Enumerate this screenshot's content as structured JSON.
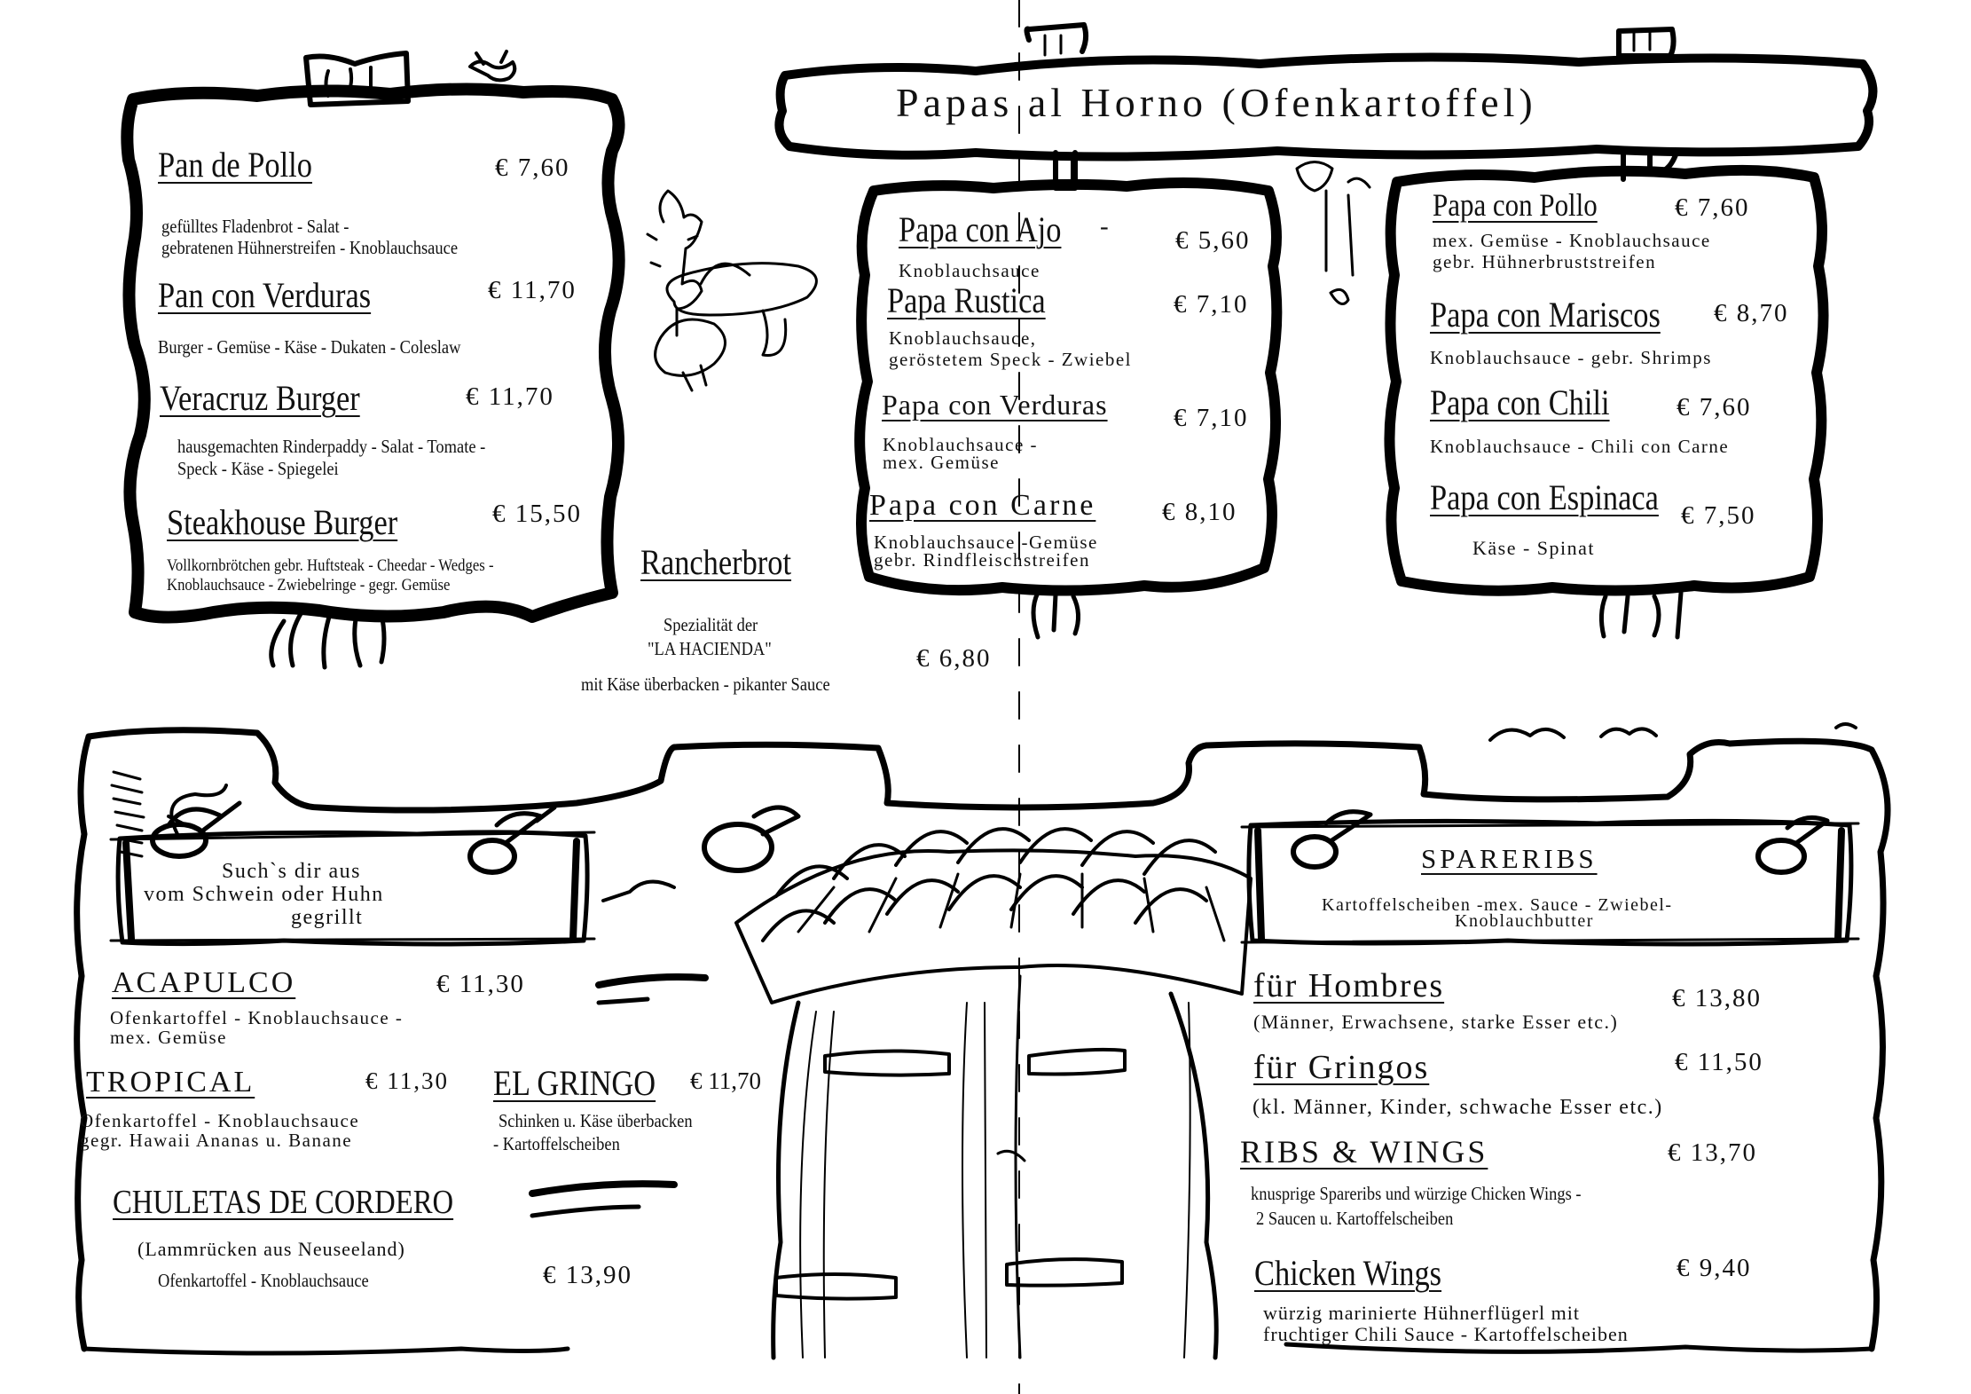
{
  "top_left_board": {
    "items": [
      {
        "name": "Pan de Pollo",
        "price": "€ 7,60",
        "desc1": "gefülltes Fladenbrot - Salat -",
        "desc2": "gebratenen Hühnerstreifen - Knoblauchsauce"
      },
      {
        "name": "Pan con Verduras",
        "price": "€ 11,70",
        "desc1": "Burger - Gemüse - Käse - Dukaten - Coleslaw"
      },
      {
        "name": "Veracruz Burger",
        "price": "€ 11,70",
        "desc1": "hausgemachten Rinderpaddy - Salat - Tomate -",
        "desc2": "Speck - Käse - Spiegelei"
      },
      {
        "name": "Steakhouse Burger",
        "price": "€ 15,50",
        "desc1": "Vollkornbrötchen gebr. Huftsteak - Cheedar - Wedges -",
        "desc2": "Knoblauchsauce - Zwiebelringe - gegr. Gemüse"
      }
    ]
  },
  "rancherbrot": {
    "name": "Rancherbrot",
    "line1": "Spezialität der",
    "line2": "\"LA HACIENDA\"",
    "line3": "mit Käse überbacken - pikanter Sauce",
    "price": "€ 6,80"
  },
  "papas": {
    "title": "Papas al Horno (Ofenkartoffel)",
    "left_items": [
      {
        "name": "Papa con Ajo",
        "suffix": "-",
        "price": "€ 5,60",
        "desc1": "Knoblauchsauce"
      },
      {
        "name": "Papa Rustica",
        "price": "€ 7,10",
        "desc1": "Knoblauchsauce,",
        "desc2": "geröstetem Speck - Zwiebel"
      },
      {
        "name": "Papa con Verduras",
        "price": "€ 7,10",
        "desc1": "Knoblauchsauce -",
        "desc2": "mex. Gemüse"
      },
      {
        "name": "Papa con Carne",
        "price": "€ 8,10",
        "desc1": "Knoblauchsauce -Gemüse",
        "desc2": "gebr. Rindfleischstreifen"
      }
    ],
    "right_items": [
      {
        "name": "Papa con Pollo",
        "price": "€ 7,60",
        "desc1": "mex. Gemüse - Knoblauchsauce",
        "desc2": "gebr. Hühnerbruststreifen"
      },
      {
        "name": "Papa con Mariscos",
        "price": "€ 8,70",
        "desc1": "Knoblauchsauce - gebr. Shrimps"
      },
      {
        "name": "Papa con Chili",
        "price": "€ 7,60",
        "desc1": "Knoblauchsauce - Chili con Carne"
      },
      {
        "name": "Papa con Espinaca",
        "price": "€ 7,50",
        "desc1": "Käse - Spinat"
      }
    ]
  },
  "grill": {
    "sign_line1": "Such`s dir aus",
    "sign_line2": "vom Schwein oder Huhn",
    "sign_line3": "gegrillt",
    "items": [
      {
        "name": "ACAPULCO",
        "price": "€ 11,30",
        "desc1": "Ofenkartoffel - Knoblauchsauce -",
        "desc2": "mex. Gemüse"
      },
      {
        "name": "TROPICAL",
        "price": "€ 11,30",
        "desc1": "Ofenkartoffel - Knoblauchsauce",
        "desc2": "gegr. Hawaii Ananas u. Banane"
      },
      {
        "name": "EL GRINGO",
        "price": "€ 11,70",
        "desc1": "Schinken u. Käse überbacken",
        "desc2": "- Kartoffelscheiben"
      },
      {
        "name": "CHULETAS DE CORDERO",
        "price": "€ 13,90",
        "desc1": "(Lammrücken aus Neuseeland)",
        "desc2": "Ofenkartoffel -  Knoblauchsauce"
      }
    ]
  },
  "spareribs": {
    "sign_title": "SPARERIBS",
    "sign_line1": "Kartoffelscheiben -mex. Sauce - Zwiebel-",
    "sign_line2": "Knoblauchbutter",
    "items": [
      {
        "name": "für Hombres",
        "price": "€ 13,80",
        "desc1": "(Männer, Erwachsene, starke Esser etc.)"
      },
      {
        "name": "für Gringos",
        "price": "€ 11,50",
        "desc1": "(kl. Männer, Kinder, schwache Esser etc.)"
      },
      {
        "name": "RIBS & WINGS",
        "price": "€ 13,70",
        "desc1": "knusprige Spareribs und würzige Chicken Wings -",
        "desc2": "2 Saucen u. Kartoffelscheiben"
      },
      {
        "name": "Chicken Wings",
        "price": "€ 9,40",
        "desc1": "würzig marinierte Hühnerflügerl mit",
        "desc2": "fruchtiger Chili Sauce - Kartoffelscheiben"
      }
    ]
  }
}
